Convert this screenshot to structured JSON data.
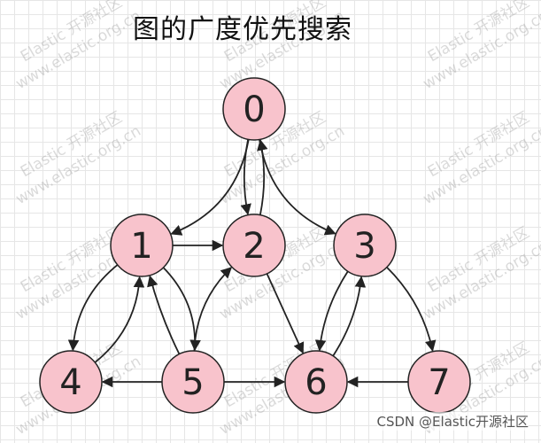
{
  "title": "图的广度优先搜索",
  "credit": "CSDN @Elastic开源社区",
  "watermark": {
    "line1": "Elastic 开源社区",
    "line2": "www.elastic.org.cn"
  },
  "graph": {
    "nodes": [
      {
        "id": "0",
        "label": "0"
      },
      {
        "id": "1",
        "label": "1"
      },
      {
        "id": "2",
        "label": "2"
      },
      {
        "id": "3",
        "label": "3"
      },
      {
        "id": "4",
        "label": "4"
      },
      {
        "id": "5",
        "label": "5"
      },
      {
        "id": "6",
        "label": "6"
      },
      {
        "id": "7",
        "label": "7"
      }
    ],
    "edges": [
      {
        "from": "0",
        "to": "1"
      },
      {
        "from": "0",
        "to": "2"
      },
      {
        "from": "2",
        "to": "0"
      },
      {
        "from": "0",
        "to": "3"
      },
      {
        "from": "1",
        "to": "2"
      },
      {
        "from": "1",
        "to": "4"
      },
      {
        "from": "4",
        "to": "1"
      },
      {
        "from": "1",
        "to": "5"
      },
      {
        "from": "5",
        "to": "1"
      },
      {
        "from": "5",
        "to": "4"
      },
      {
        "from": "5",
        "to": "2"
      },
      {
        "from": "5",
        "to": "6"
      },
      {
        "from": "2",
        "to": "6"
      },
      {
        "from": "3",
        "to": "6"
      },
      {
        "from": "6",
        "to": "3"
      },
      {
        "from": "3",
        "to": "7"
      },
      {
        "from": "7",
        "to": "6"
      }
    ],
    "node_fill": "#f8c3cc",
    "node_stroke": "#222222",
    "edge_color": "#222222"
  }
}
